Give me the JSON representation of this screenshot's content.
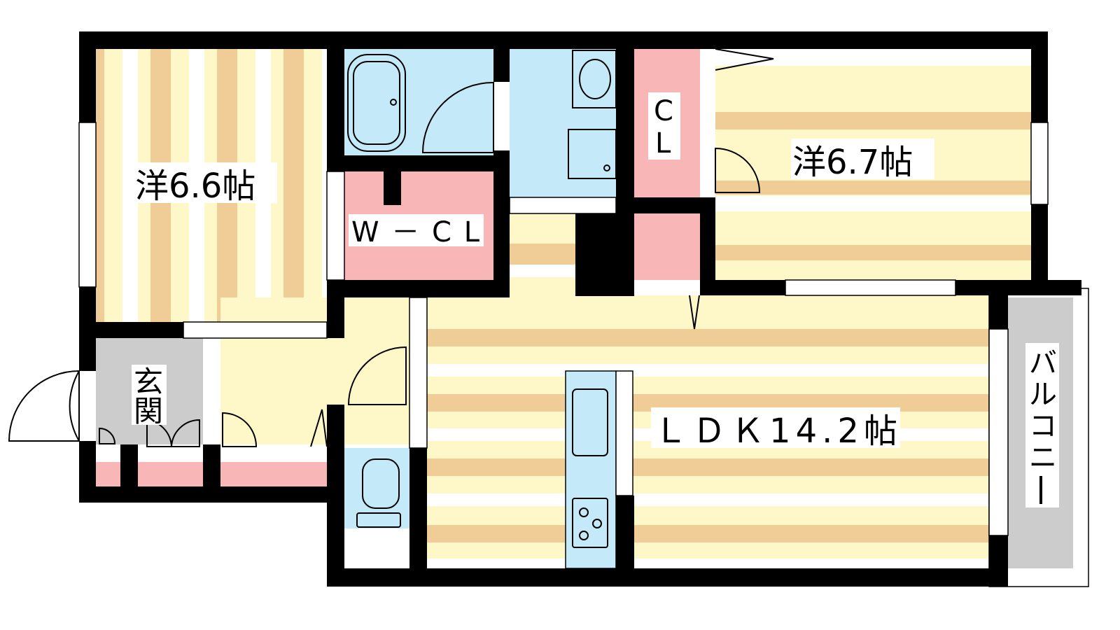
{
  "rooms": {
    "western_room_1": "洋6.6帖",
    "western_room_2": "洋6.7帖",
    "walk_in_closet": "W－CL",
    "closet_c": "C",
    "closet_l": "L",
    "entrance_1": "玄",
    "entrance_2": "関",
    "ldk": "ＬＤＫ14.2帖",
    "balcony": [
      "バ",
      "ル",
      "コ",
      "ニ",
      "ー"
    ]
  },
  "colors": {
    "wall": "#000000",
    "floor_yellow": "#fef8c8",
    "floor_stripe": "#f0cd97",
    "storage_pink": "#f8b6b6",
    "wet_blue": "#c4e9f8",
    "entrance_gray": "#cccccc"
  }
}
